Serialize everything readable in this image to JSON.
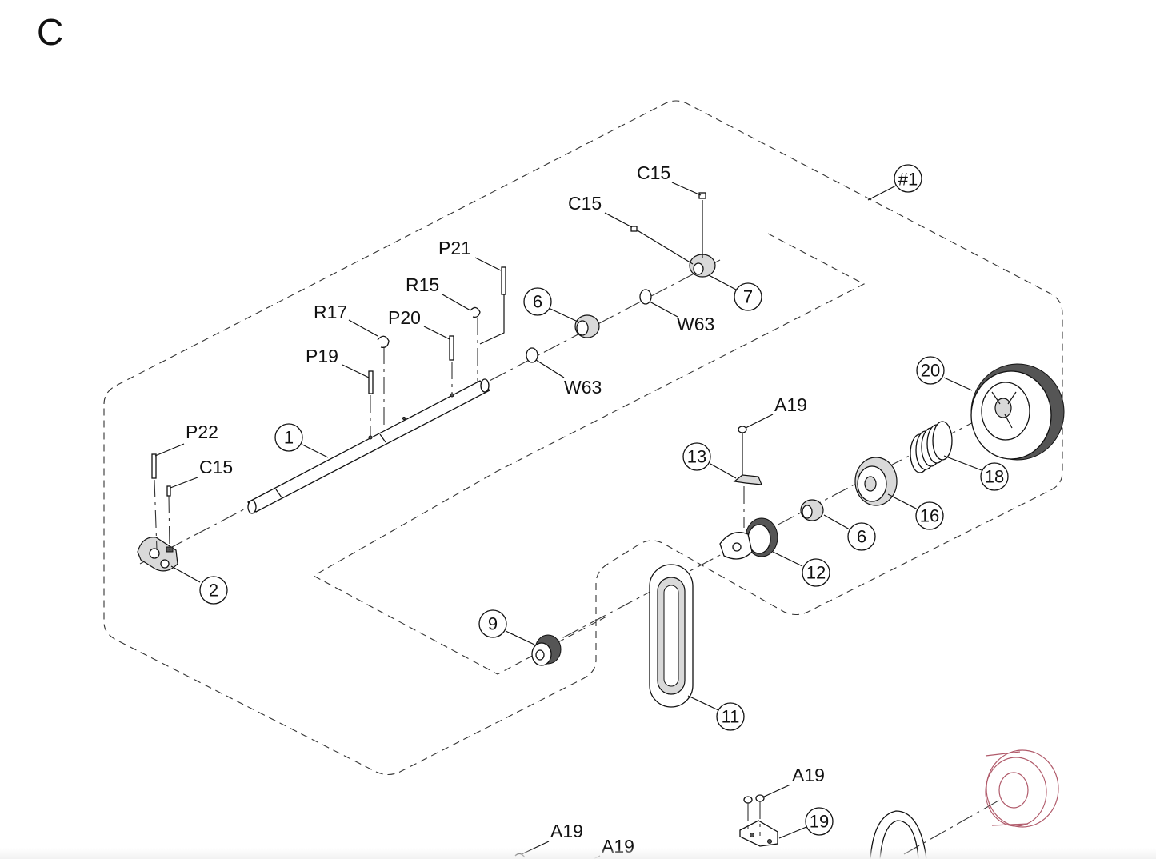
{
  "section_letter": "C",
  "assembly_label": "#1",
  "labels": {
    "c15_a": "C15",
    "c15_b": "C15",
    "c15_c": "C15",
    "p21": "P21",
    "r15": "R15",
    "r17": "R17",
    "p20": "P20",
    "p19": "P19",
    "p22": "P22",
    "w63_a": "W63",
    "w63_b": "W63",
    "a19_a": "A19",
    "a19_b": "A19",
    "a19_c": "A19",
    "a19_d": "A19"
  },
  "callouts": {
    "n1": "1",
    "n2": "2",
    "n6a": "6",
    "n6b": "6",
    "n7": "7",
    "n9": "9",
    "n11": "11",
    "n12": "12",
    "n13": "13",
    "n16": "16",
    "n18": "18",
    "n19": "19",
    "n20": "20"
  }
}
